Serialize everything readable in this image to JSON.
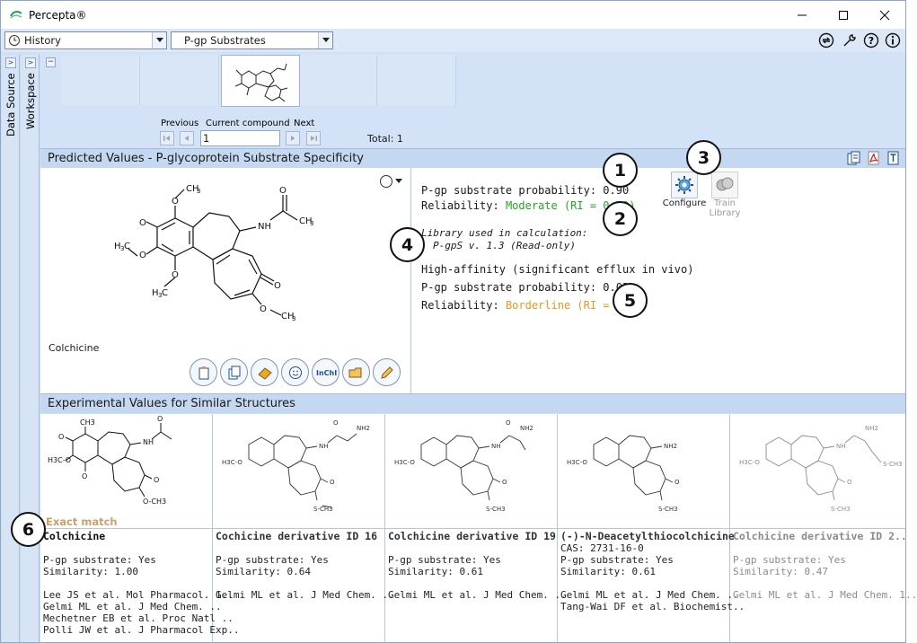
{
  "app": {
    "title": "Percepta®"
  },
  "toolbar": {
    "history_combo": "History",
    "module_combo": "P-gp Substrates"
  },
  "sidebar": {
    "tabs": [
      {
        "label": "Data Source"
      },
      {
        "label": "Workspace"
      }
    ]
  },
  "navigator": {
    "prev_label": "Previous",
    "current_label": "Current compound",
    "next_label": "Next",
    "current_value": "1",
    "total_text": "Total: 1"
  },
  "predicted": {
    "header": "Predicted Values - P-glycoprotein Substrate Specificity",
    "compound_name": "Colchicine",
    "line1": "P-gp substrate probability: 0.90",
    "reliability_label": "Reliability:",
    "reliability1": "Moderate (RI = 0.73)",
    "library_label": "Library used in calculation:",
    "library_value": "P-gpS v. 1.3 (Read-only)",
    "high_affinity": "High-affinity (significant efflux in vivo)",
    "line2": "P-gp substrate probability: 0.03",
    "reliability2": "Borderline (RI = 0.42)",
    "configure_label": "Configure",
    "train_label_1": "Train",
    "train_label_2": "Library",
    "colors": {
      "moderate": "#2aa12a",
      "borderline": "#e09a1c"
    }
  },
  "callouts": [
    "1",
    "2",
    "3",
    "4",
    "5",
    "6"
  ],
  "experimental": {
    "header": "Experimental Values for Similar Structures",
    "exact_match": "Exact match",
    "items": [
      {
        "name": "Colchicine",
        "substrate": "P-gp substrate: Yes",
        "similarity": "Similarity: 1.00",
        "refs": [
          "Lee JS et al. Mol Pharmacol. 1..",
          "Gelmi ML et al. J Med Chem. ..",
          "Mechetner EB et al. Proc Natl ..",
          "Polli JW et al. J Pharmacol Exp.."
        ]
      },
      {
        "name": "Cochicine derivative ID 16",
        "substrate": "P-gp substrate: Yes",
        "similarity": "Similarity: 0.64",
        "refs": [
          "Gelmi ML et al. J Med Chem. .."
        ]
      },
      {
        "name": "Colchicine derivative ID 19",
        "substrate": "P-gp substrate: Yes",
        "similarity": "Similarity: 0.61",
        "refs": [
          "Gelmi ML et al. J Med Chem. .."
        ]
      },
      {
        "name": "(-)-N-Deacetylthiocolchicine",
        "cas": "CAS: 2731-16-0",
        "substrate": "P-gp substrate: Yes",
        "similarity": "Similarity: 0.61",
        "refs": [
          "Gelmi ML et al. J Med Chem. ..",
          "Tang-Wai DF et al. Biochemist.."
        ]
      },
      {
        "name": "Colchicine derivative ID 2..",
        "substrate": "P-gp substrate: Yes",
        "similarity": "Similarity: 0.47",
        "refs": [
          "Gelmi ML et al. J Med Chem. 1.."
        ]
      }
    ]
  }
}
